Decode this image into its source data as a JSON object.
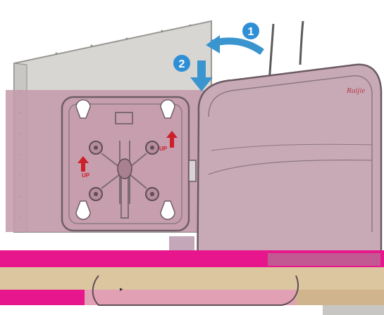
{
  "callouts": {
    "step1": "1",
    "step2": "2"
  },
  "plate": {
    "up_left": "UP",
    "up_right": "UP"
  },
  "device": {
    "brand": "Ruijie"
  },
  "colors": {
    "wall": "#d9d7d3",
    "wall_edge": "#a9a7a3",
    "mauve": "#c59aab",
    "plate_line": "#7a6a70",
    "device_body": "#c6a8b4",
    "device_outline": "#6b5a62",
    "arrow_blue": "#3a95cf",
    "badge_blue": "#2f8fd6",
    "up_red": "#cc1f2a",
    "glitch_pink": "#e8168c",
    "glitch_tan": "#dcc6a0"
  },
  "icons": {
    "arrow1": "curved-arrow-icon",
    "arrow2": "down-arrow-icon",
    "up_left": "up-arrow-icon",
    "up_right": "up-arrow-icon"
  }
}
